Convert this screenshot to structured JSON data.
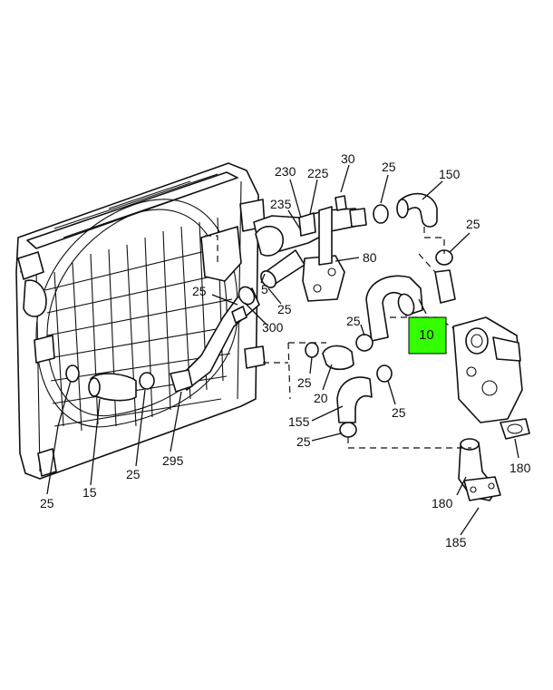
{
  "diagram": {
    "highlight_color": "#33ff00",
    "callouts": {
      "c30": "30",
      "c230": "230",
      "c225": "225",
      "c25_top": "25",
      "c150": "150",
      "c235": "235",
      "c25_right": "25",
      "c80": "80",
      "c25_left": "25",
      "c5": "5",
      "c25_mid": "25",
      "c300": "300",
      "c25_center": "25",
      "c10": "10",
      "c25_a": "25",
      "c20": "20",
      "c25_b": "25",
      "c155": "155",
      "c25_c": "25",
      "c180_right": "180",
      "c25_bl": "25",
      "c15": "15",
      "c25_bm": "25",
      "c295": "295",
      "c180_bottom": "180",
      "c185": "185"
    }
  }
}
